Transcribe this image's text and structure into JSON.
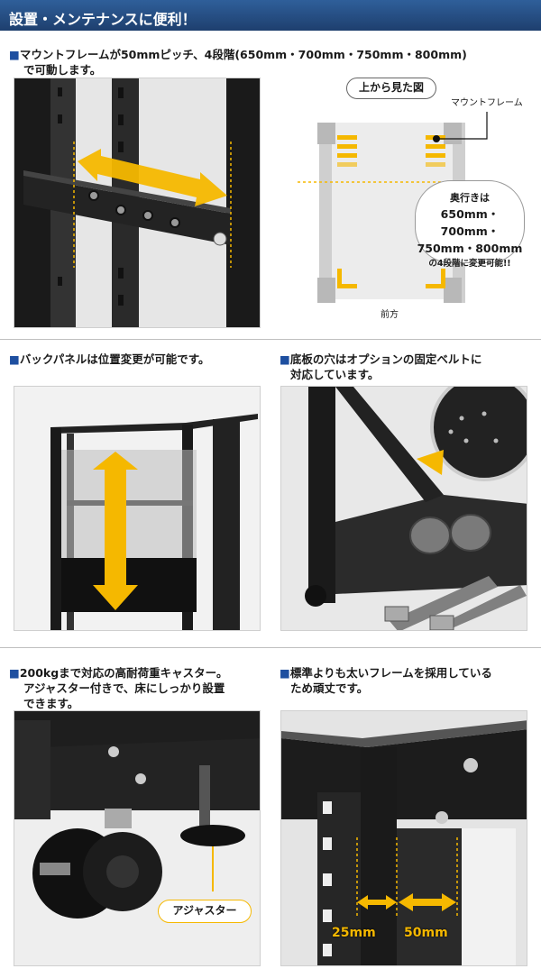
{
  "header": {
    "title": "設置・メンテナンスに便利！"
  },
  "sections": {
    "mount": {
      "title_line1": "マウントフレームが50mmピッチ、4段階(650mm・700mm・750mm・800mm)",
      "title_line2": "で可動します。",
      "diagram": {
        "top_view_label": "上から見た図",
        "frame_label": "マウントフレーム",
        "bubble_line1": "奥行きは",
        "bubble_line2": "650mm・700mm・",
        "bubble_line3": "750mm・800mm",
        "bubble_line4": "の4段階に変更可能!!",
        "front_label": "前方"
      }
    },
    "back_panel": {
      "title": "バックパネルは位置変更が可能です。"
    },
    "bottom_holes": {
      "title_line1": "底板の穴はオプションの固定ベルトに",
      "title_line2": "対応しています。"
    },
    "casters": {
      "title_line1": "200kgまで対応の高耐荷重キャスター。",
      "title_line2": "アジャスター付きで、床にしっかり設置",
      "title_line3": "できます。",
      "adjuster_label": "アジャスター"
    },
    "frame": {
      "title_line1": "標準よりも太いフレームを採用している",
      "title_line2": "ため頑丈です。",
      "dim_small": "25mm",
      "dim_large": "50mm"
    }
  },
  "colors": {
    "accent_blue": "#1e4fa0",
    "arrow_orange": "#f5b800",
    "header_bg": "#2a5590"
  }
}
